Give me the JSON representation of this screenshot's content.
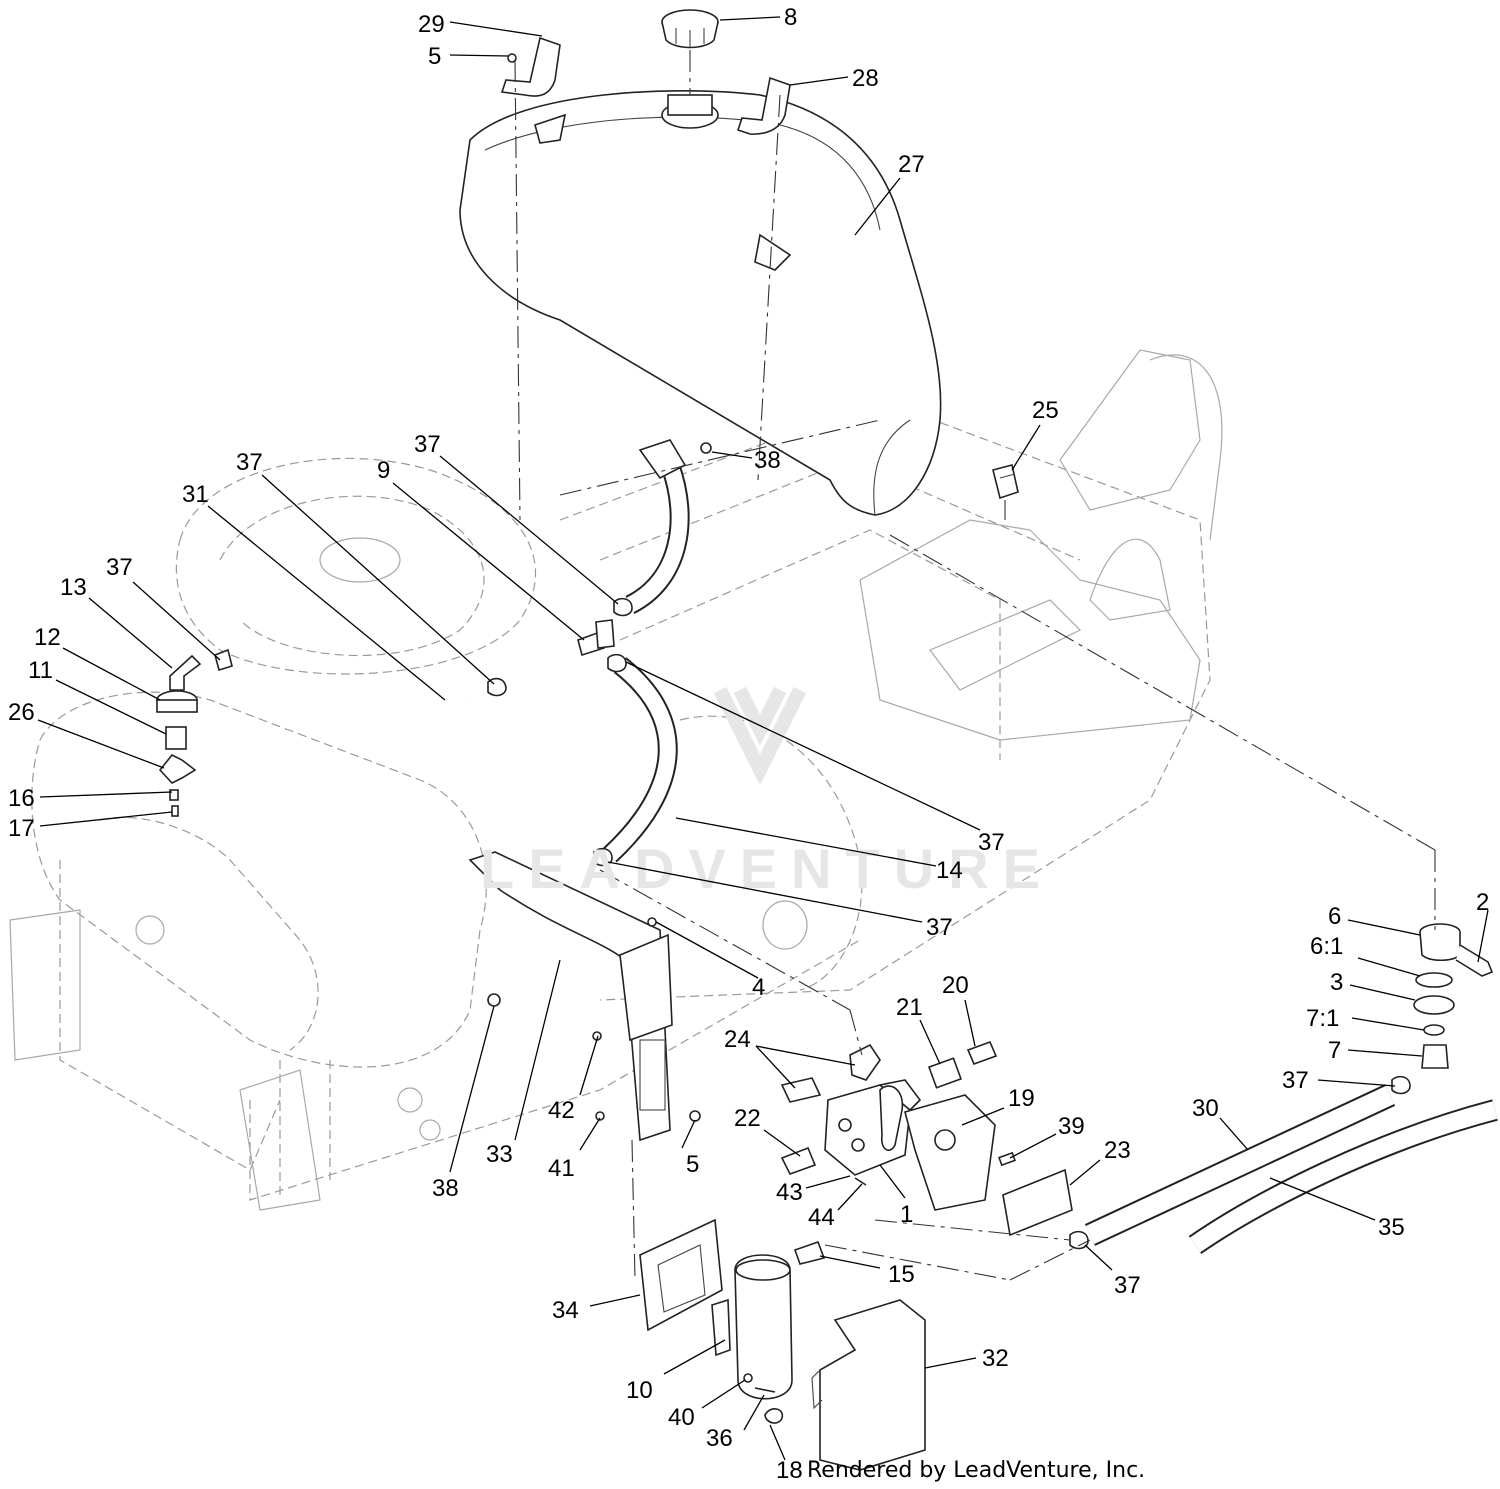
{
  "diagram": {
    "watermark": "LEADVENTURE",
    "credit": "Rendered by LeadVenture, Inc.",
    "callouts": [
      {
        "id": "c29",
        "text": "29"
      },
      {
        "id": "c5a",
        "text": "5"
      },
      {
        "id": "c8",
        "text": "8"
      },
      {
        "id": "c28",
        "text": "28"
      },
      {
        "id": "c27",
        "text": "27"
      },
      {
        "id": "c25",
        "text": "25"
      },
      {
        "id": "c37a",
        "text": "37"
      },
      {
        "id": "c38a",
        "text": "38"
      },
      {
        "id": "c37b",
        "text": "37"
      },
      {
        "id": "c9",
        "text": "9"
      },
      {
        "id": "c31",
        "text": "31"
      },
      {
        "id": "c37c",
        "text": "37"
      },
      {
        "id": "c13",
        "text": "13"
      },
      {
        "id": "c12",
        "text": "12"
      },
      {
        "id": "c11",
        "text": "11"
      },
      {
        "id": "c26",
        "text": "26"
      },
      {
        "id": "c16",
        "text": "16"
      },
      {
        "id": "c17",
        "text": "17"
      },
      {
        "id": "c37d",
        "text": "37"
      },
      {
        "id": "c14",
        "text": "14"
      },
      {
        "id": "c37e",
        "text": "37"
      },
      {
        "id": "c2",
        "text": "2"
      },
      {
        "id": "c6",
        "text": "6"
      },
      {
        "id": "c6_1",
        "text": "6:1"
      },
      {
        "id": "c3",
        "text": "3"
      },
      {
        "id": "c7_1",
        "text": "7:1"
      },
      {
        "id": "c7",
        "text": "7"
      },
      {
        "id": "c37f",
        "text": "37"
      },
      {
        "id": "c4",
        "text": "4"
      },
      {
        "id": "c20",
        "text": "20"
      },
      {
        "id": "c21",
        "text": "21"
      },
      {
        "id": "c24",
        "text": "24"
      },
      {
        "id": "c19",
        "text": "19"
      },
      {
        "id": "c39",
        "text": "39"
      },
      {
        "id": "c30",
        "text": "30"
      },
      {
        "id": "c22",
        "text": "22"
      },
      {
        "id": "c23",
        "text": "23"
      },
      {
        "id": "c42",
        "text": "42"
      },
      {
        "id": "c41",
        "text": "41"
      },
      {
        "id": "c5b",
        "text": "5"
      },
      {
        "id": "c33",
        "text": "33"
      },
      {
        "id": "c38b",
        "text": "38"
      },
      {
        "id": "c43",
        "text": "43"
      },
      {
        "id": "c44",
        "text": "44"
      },
      {
        "id": "c1",
        "text": "1"
      },
      {
        "id": "c35",
        "text": "35"
      },
      {
        "id": "c15",
        "text": "15"
      },
      {
        "id": "c37g",
        "text": "37"
      },
      {
        "id": "c34",
        "text": "34"
      },
      {
        "id": "c32",
        "text": "32"
      },
      {
        "id": "c10",
        "text": "10"
      },
      {
        "id": "c40",
        "text": "40"
      },
      {
        "id": "c36",
        "text": "36"
      },
      {
        "id": "c18",
        "text": "18"
      }
    ]
  }
}
